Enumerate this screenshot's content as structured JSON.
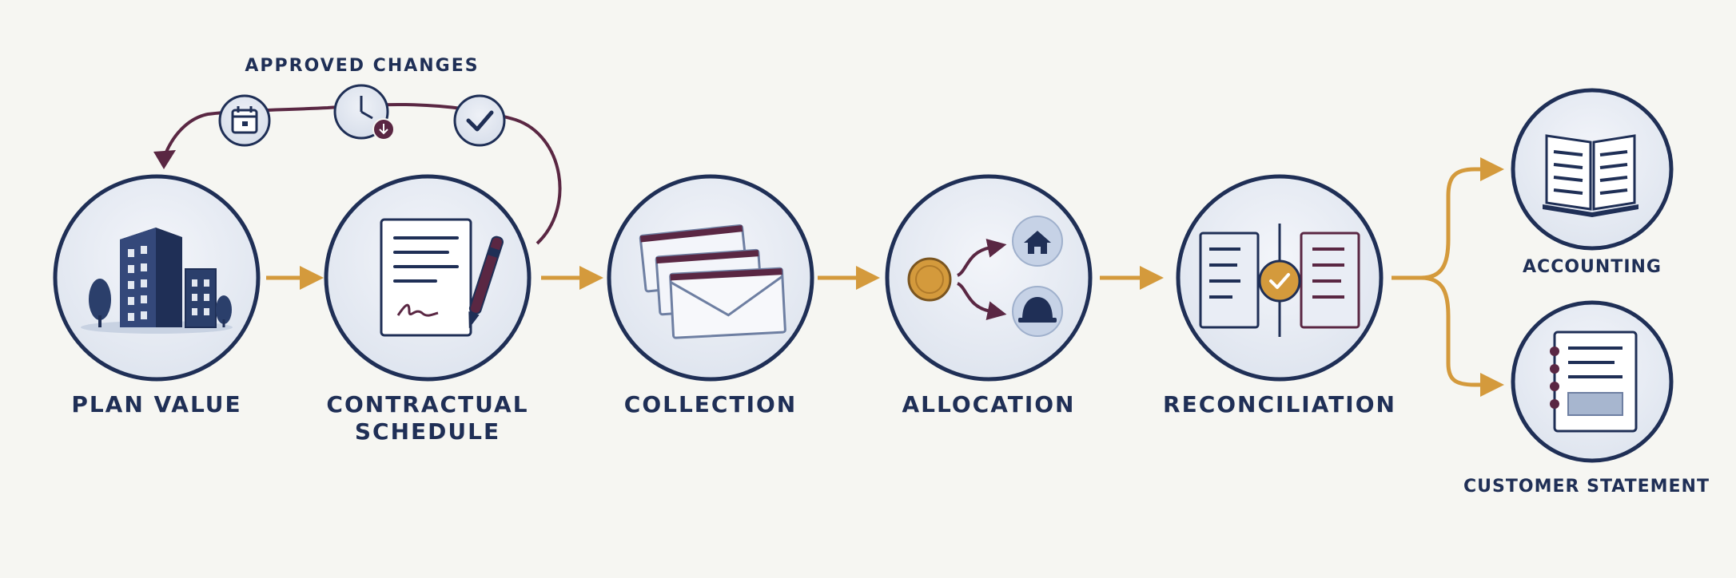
{
  "loop": {
    "label": "APPROVED CHANGES",
    "icons": [
      "calendar-icon",
      "clock-icon",
      "check-icon"
    ]
  },
  "steps": [
    {
      "line1": "PLAN VALUE",
      "line2": "",
      "icon": "building-icon"
    },
    {
      "line1": "CONTRACTUAL",
      "line2": "SCHEDULE",
      "icon": "signed-contract-icon"
    },
    {
      "line1": "COLLECTION",
      "line2": "",
      "icon": "envelopes-icon"
    },
    {
      "line1": "ALLOCATION",
      "line2": "",
      "icon": "coin-split-icon"
    },
    {
      "line1": "RECONCILIATION",
      "line2": "",
      "icon": "ledger-compare-icon"
    }
  ],
  "outputs": [
    {
      "label": "ACCOUNTING",
      "icon": "open-book-icon"
    },
    {
      "label": "CUSTOMER STATEMENT",
      "icon": "notebook-icon"
    }
  ],
  "colors": {
    "navy": "#1f2f56",
    "plum": "#5a2743",
    "gold": "#d49a3c",
    "circle_fill": "#e6ebf3",
    "background": "#f6f6f2"
  }
}
